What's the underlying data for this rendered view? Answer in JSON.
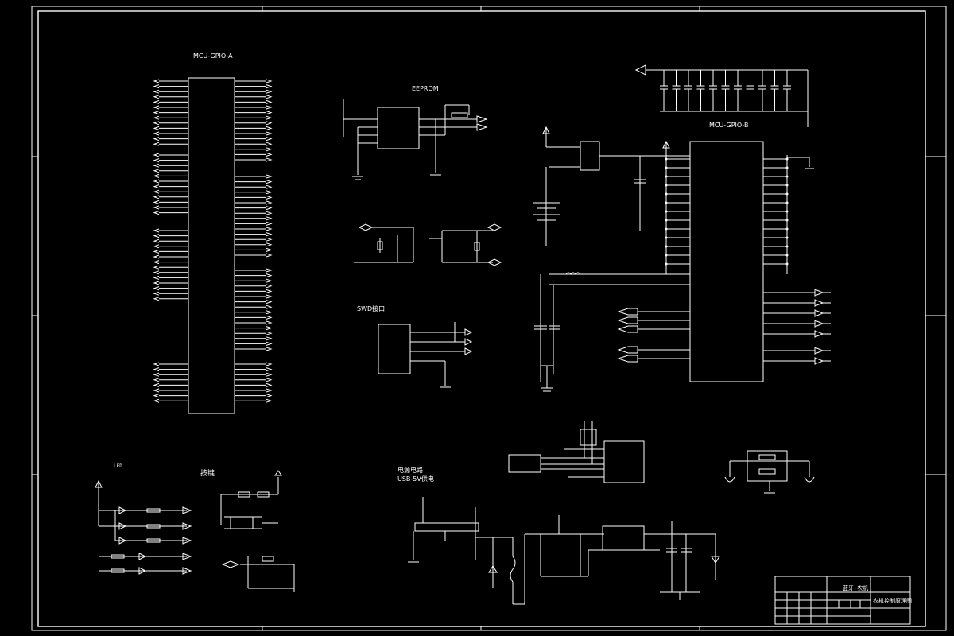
{
  "sections": {
    "mcu_a": "MCU-GPIO-A",
    "mcu_b": "MCU-GPIO-B",
    "eeprom": "EEPROM",
    "swd": "SWD接口",
    "led": "LED",
    "key": "按键",
    "power": "电源电路",
    "power_sub": "USB-5V供电"
  },
  "title_block": {
    "company": "蓝牙-农机",
    "drawing": "农机控制原理图"
  }
}
